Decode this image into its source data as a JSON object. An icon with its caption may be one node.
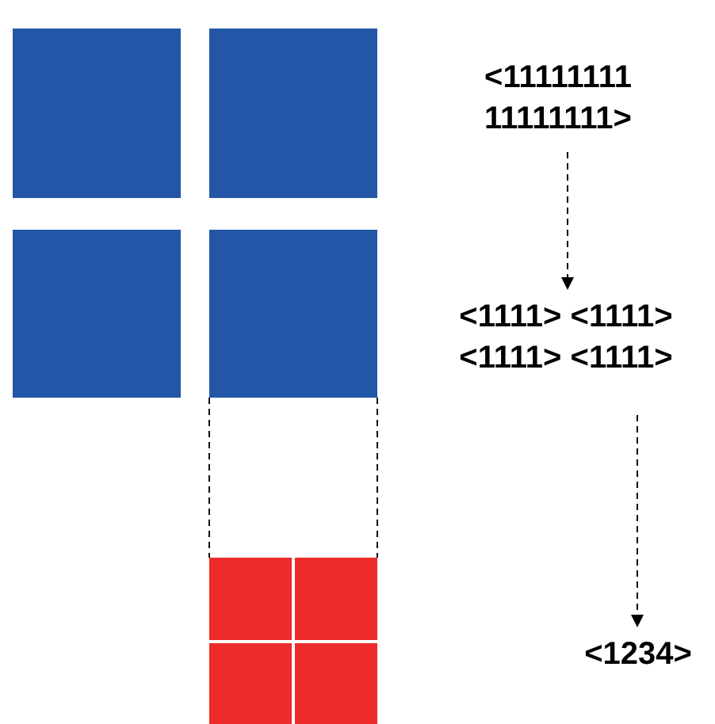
{
  "diagram": {
    "nodes": [
      {
        "text": [],
        "shape": "box"
      },
      {
        "text": [],
        "shape": "box"
      },
      {
        "text": [],
        "shape": "box"
      },
      {
        "text": [],
        "shape": "box"
      },
      {
        "text": [],
        "shape": "box"
      },
      {
        "text": [],
        "shape": "box"
      },
      {
        "text": [],
        "shape": "box"
      },
      {
        "text": [],
        "shape": "box"
      },
      {
        "text": [
          "<11111111 11111111>"
        ]
      },
      {
        "text": [
          "<1111> <1111> <1111> <1111>"
        ]
      },
      {
        "text": [
          "<1234>"
        ]
      }
    ],
    "edges": [
      {
        "from": 3,
        "to": 4,
        "arrow": "none",
        "style": "dashed"
      },
      {
        "from": 3,
        "to": 5,
        "arrow": "none",
        "style": "dashed"
      },
      {
        "from": 8,
        "to": 9,
        "arrow": "to",
        "style": "dashed"
      },
      {
        "from": 9,
        "to": 10,
        "arrow": "to",
        "style": "dashed"
      }
    ]
  }
}
